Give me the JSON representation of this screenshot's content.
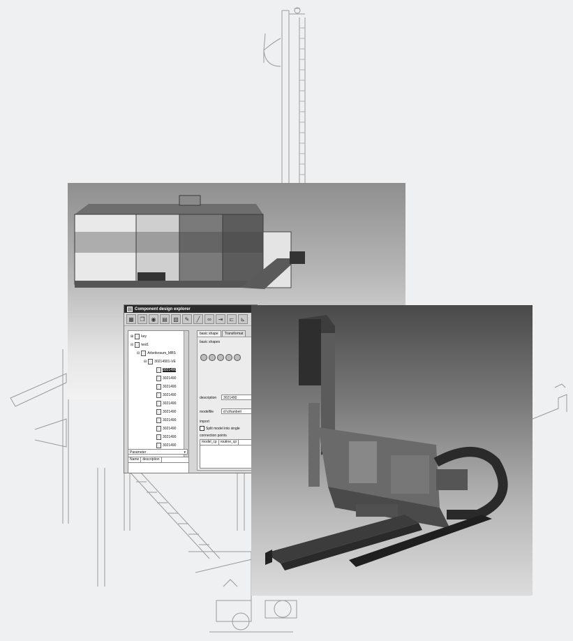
{
  "explorer": {
    "title": "Component design explorer",
    "tree": [
      {
        "label": "key"
      },
      {
        "label": "test1"
      },
      {
        "label": "Arbeitsraum_MBS"
      },
      {
        "label": "30214901-VE"
      },
      {
        "label": "3021490"
      },
      {
        "label": "3021490"
      },
      {
        "label": "3021490"
      },
      {
        "label": "3021490"
      },
      {
        "label": "3021490"
      },
      {
        "label": "3021490"
      },
      {
        "label": "3021490"
      },
      {
        "label": "3021490"
      },
      {
        "label": "3021490"
      },
      {
        "label": "3021490"
      }
    ],
    "param_select": "Parameter",
    "param_columns": [
      "Name",
      "description"
    ],
    "tabs": [
      "basic shape",
      "Transformat"
    ],
    "basic_shapes_label": "basic shapes",
    "description_label": "description",
    "description_value": "3021490",
    "modelfile_label": "modelfile",
    "modelfile_value": "d:\\cthanbeit",
    "import_label": "import",
    "split_label": "Split model into single",
    "connection_points_label": "connection points",
    "connection_columns": [
      "model_cp",
      "routine_cp"
    ]
  }
}
